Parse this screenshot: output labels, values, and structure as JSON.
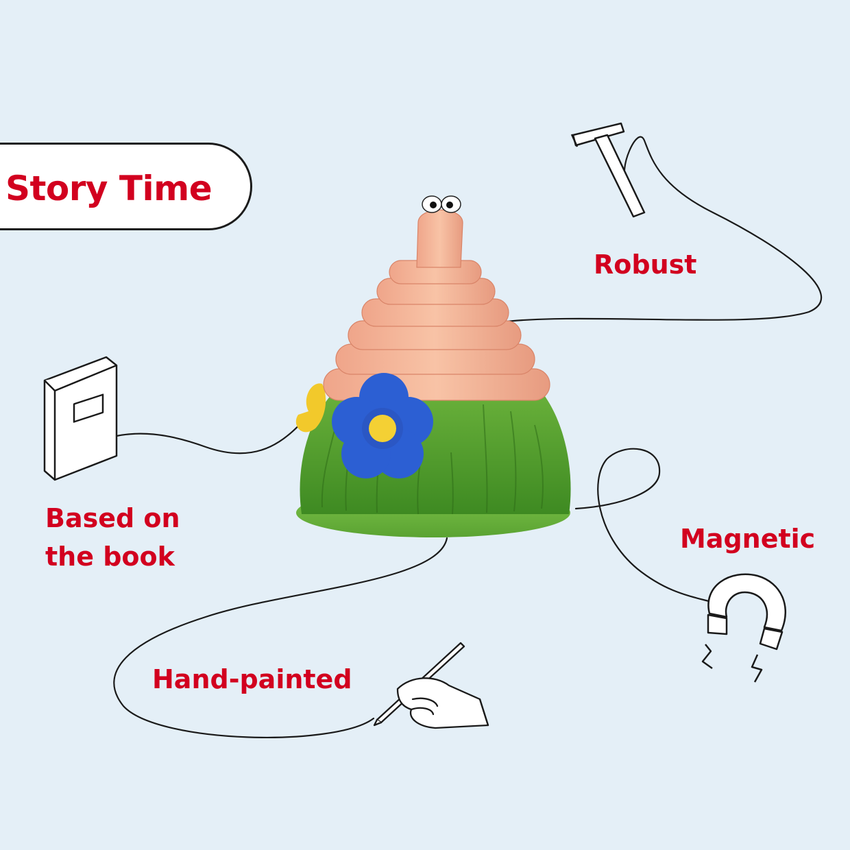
{
  "badge": {
    "label": "Story Time"
  },
  "features": {
    "robust": "Robust",
    "book_line1": "Based on",
    "book_line2": "the book",
    "magnetic": "Magnetic",
    "hand_painted": "Hand-painted"
  },
  "colors": {
    "background": "#e4eff7",
    "accent": "#d2001f",
    "worm": "#f5b89a",
    "grass": "#5fa533",
    "flower": "#2c5fd3"
  },
  "icons": [
    "hammer-icon",
    "book-icon",
    "magnet-icon",
    "hand-pencil-icon"
  ]
}
